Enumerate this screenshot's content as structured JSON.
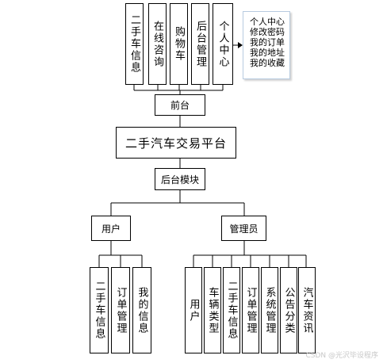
{
  "frontend_modules": [
    "二手车信息",
    "在线咨询",
    "购物车",
    "后台管理",
    "个人中心"
  ],
  "personal_center_items": [
    "个人中心",
    "修改密码",
    "我的订单",
    "我的地址",
    "我的收藏"
  ],
  "frontend_label": "前台",
  "platform_title": "二手汽车交易平台",
  "backend_label": "后台模块",
  "user_label": "用户",
  "admin_label": "管理员",
  "user_functions": [
    "二手车信息",
    "订单管理",
    "我的信息"
  ],
  "admin_functions": [
    "用户",
    "车辆类型",
    "二手车信息",
    "订单管理",
    "系统管理",
    "公告分类",
    "汽车资讯"
  ],
  "watermark": "CSDN @光沢毕设程序"
}
